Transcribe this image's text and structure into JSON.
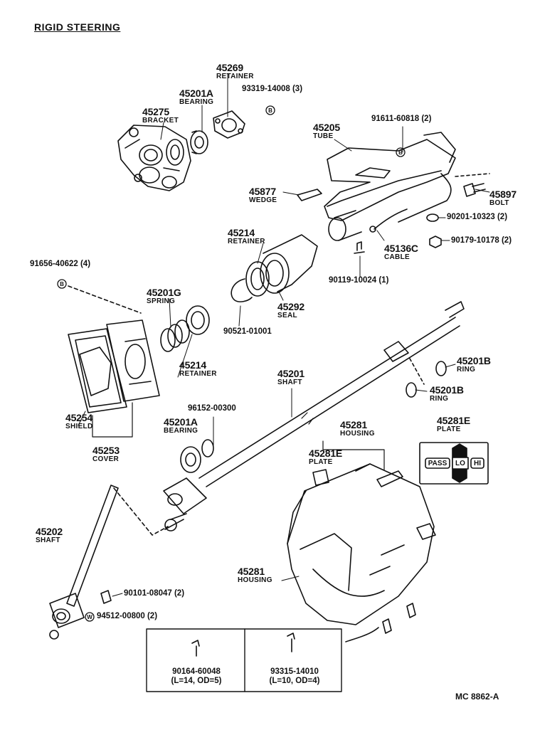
{
  "title": "RIGID STEERING",
  "footer_code": "MC  8862-A",
  "parts": {
    "p45269": {
      "num": "45269",
      "name": "RETAINER"
    },
    "p45201a_top": {
      "num": "45201A",
      "name": "BEARING"
    },
    "p45275": {
      "num": "45275",
      "name": "BRACKET"
    },
    "p45205": {
      "num": "45205",
      "name": "TUBE"
    },
    "p45877": {
      "num": "45877",
      "name": "WEDGE"
    },
    "p45897": {
      "num": "45897",
      "name": "BOLT"
    },
    "p45214_top": {
      "num": "45214",
      "name": "RETAINER"
    },
    "p45136c": {
      "num": "45136C",
      "name": "CABLE"
    },
    "p45201g": {
      "num": "45201G",
      "name": "SPRING"
    },
    "p45292": {
      "num": "45292",
      "name": "SEAL"
    },
    "p45214_mid": {
      "num": "45214",
      "name": "RETAINER"
    },
    "p45201b_1": {
      "num": "45201B",
      "name": "RING"
    },
    "p45201b_2": {
      "num": "45201B",
      "name": "RING"
    },
    "p45201_shaft": {
      "num": "45201",
      "name": "SHAFT"
    },
    "p45254": {
      "num": "45254",
      "name": "SHIELD"
    },
    "p45253": {
      "num": "45253",
      "name": "COVER"
    },
    "p45201a_mid": {
      "num": "45201A",
      "name": "BEARING"
    },
    "p45281_housing_top": {
      "num": "45281",
      "name": "HOUSING"
    },
    "p45281e_plate_r": {
      "num": "45281E",
      "name": "PLATE"
    },
    "p45281e_plate_l": {
      "num": "45281E",
      "name": "PLATE"
    },
    "p45202": {
      "num": "45202",
      "name": "SHAFT"
    },
    "p45281_housing_bot": {
      "num": "45281",
      "name": "HOUSING"
    }
  },
  "refs": {
    "r93319": "93319-14008 (3)",
    "r91611": "91611-60818 (2)",
    "r90201": "90201-10323 (2)",
    "r90179": "90179-10178 (2)",
    "r90119": "90119-10024 (1)",
    "r91656": "91656-40622 (4)",
    "r90521": "90521-01001",
    "r96152": "96152-00300",
    "r90101": "90101-08047 (2)",
    "r94512": "94512-00800 (2)"
  },
  "markers": {
    "b": "B",
    "w": "W"
  },
  "plate_badges": {
    "pass": "PASS",
    "lo": "LO",
    "hi": "HI"
  },
  "screw_box": {
    "left_part": "90164-60048",
    "left_spec": "(L=14, OD=5)",
    "right_part": "93315-14010",
    "right_spec": "(L=10, OD=4)"
  }
}
